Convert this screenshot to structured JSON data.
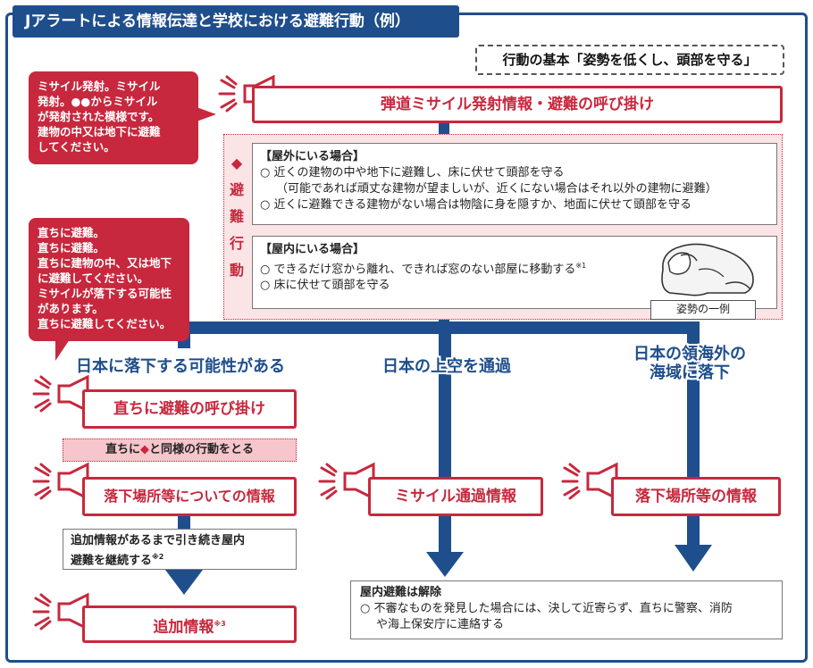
{
  "title": "Jアラートによる情報伝達と学校における避難行動（例）",
  "basic_action": "行動の基本「姿勢を低くし、頭部を守る」",
  "bubble_launch": [
    "ミサイル発射。ミサイル",
    "発射。●●からミサイル",
    "が発射された模様です。",
    "建物の中又は地下に避難",
    "してください。"
  ],
  "bubble_immediate": [
    "直ちに避難。",
    "直ちに避難。",
    "直ちに建物の中、又は地下",
    "に避難してください。",
    "ミサイルが落下する可能性",
    "があります。",
    "直ちに避難してください。"
  ],
  "main_alert": "弾道ミサイル発射情報・避難の呼び掛け",
  "action_side": {
    "mark": "◆",
    "chars": [
      "避",
      "難",
      "行",
      "動"
    ]
  },
  "outdoor": {
    "heading": "【屋外にいる場合】",
    "lines": [
      "○ 近くの建物の中や地下に避難し、床に伏せて頭部を守る",
      "（可能であれば頑丈な建物が望ましいが、近くにない場合はそれ以外の建物に避難）",
      "○ 近くに避難できる建物がない場合は物陰に身を隠すか、地面に伏せて頭部を守る"
    ]
  },
  "indoor": {
    "heading": "【屋内にいる場合】",
    "line1": "○ できるだけ窓から離れ、できれば窓のない部屋に移動する",
    "line1_note": "※1",
    "line2": "○ 床に伏せて頭部を守る"
  },
  "posture_caption": "姿勢の一例",
  "branches": {
    "japan": "日本に落下する可能性がある",
    "overflight": "日本の上空を通過",
    "offshore": [
      "日本の領海外の",
      "海域に落下"
    ]
  },
  "immediate_call": "直ちに避難の呼び掛け",
  "same_action": {
    "prefix": "直ちに",
    "mark": "◆",
    "suffix": "と同様の行動をとる"
  },
  "impact_info_left": "落下場所等についての情報",
  "continue_note": {
    "line1": "追加情報があるまで引き続き屋内",
    "line2": "避難を継続する",
    "note": "※2"
  },
  "additional_info": {
    "label": "追加情報",
    "note": "※3"
  },
  "passage_info": "ミサイル通過情報",
  "impact_info_right": "落下場所等の情報",
  "release": {
    "heading": "屋内避難は解除",
    "line1": "○ 不審なものを発見した場合には、決して近寄らず、直ちに警察、消防",
    "line2": "や海上保安庁に連絡する"
  },
  "colors": {
    "navy": "#1f4e8c",
    "red": "#c7283d",
    "pink": "#fbe4e6"
  },
  "icons": [
    "megaphone-icon",
    "alert-burst-icon",
    "down-arrow-icon",
    "crouching-person-icon"
  ]
}
